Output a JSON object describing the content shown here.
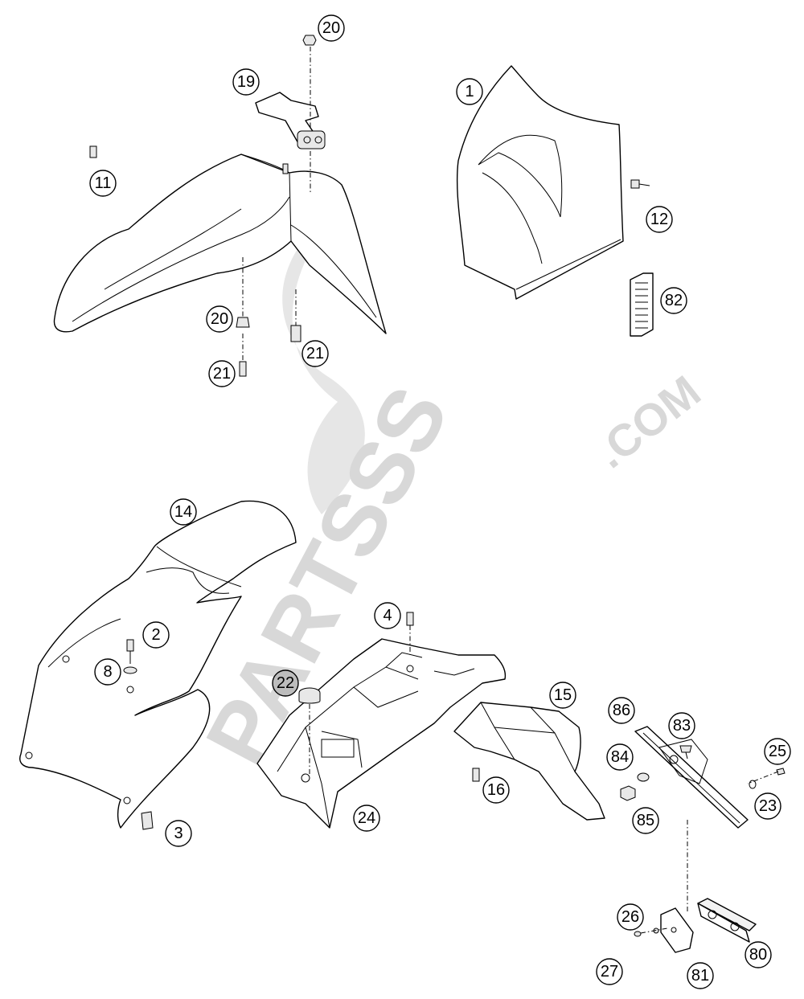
{
  "watermark": {
    "brand": "PARTSSS",
    "suffix": ".COM"
  },
  "callouts": [
    {
      "id": "c1",
      "label": "1",
      "shaded": false
    },
    {
      "id": "c2",
      "label": "2",
      "shaded": false
    },
    {
      "id": "c3",
      "label": "3",
      "shaded": false
    },
    {
      "id": "c4",
      "label": "4",
      "shaded": false
    },
    {
      "id": "c8",
      "label": "8",
      "shaded": false
    },
    {
      "id": "c11",
      "label": "11",
      "shaded": false
    },
    {
      "id": "c12",
      "label": "12",
      "shaded": false
    },
    {
      "id": "c14",
      "label": "14",
      "shaded": false
    },
    {
      "id": "c15",
      "label": "15",
      "shaded": false
    },
    {
      "id": "c16",
      "label": "16",
      "shaded": false
    },
    {
      "id": "c19",
      "label": "19",
      "shaded": false
    },
    {
      "id": "c20a",
      "label": "20",
      "shaded": false
    },
    {
      "id": "c20b",
      "label": "20",
      "shaded": false
    },
    {
      "id": "c21a",
      "label": "21",
      "shaded": false
    },
    {
      "id": "c21b",
      "label": "21",
      "shaded": false
    },
    {
      "id": "c22",
      "label": "22",
      "shaded": true
    },
    {
      "id": "c23",
      "label": "23",
      "shaded": false
    },
    {
      "id": "c24",
      "label": "24",
      "shaded": false
    },
    {
      "id": "c25",
      "label": "25",
      "shaded": false
    },
    {
      "id": "c26",
      "label": "26",
      "shaded": false
    },
    {
      "id": "c27",
      "label": "27",
      "shaded": false
    },
    {
      "id": "c80",
      "label": "80",
      "shaded": false
    },
    {
      "id": "c81",
      "label": "81",
      "shaded": false
    },
    {
      "id": "c82",
      "label": "82",
      "shaded": false
    },
    {
      "id": "c83",
      "label": "83",
      "shaded": false
    },
    {
      "id": "c84",
      "label": "84",
      "shaded": false
    },
    {
      "id": "c85",
      "label": "85",
      "shaded": false
    },
    {
      "id": "c86",
      "label": "86",
      "shaded": false
    }
  ]
}
